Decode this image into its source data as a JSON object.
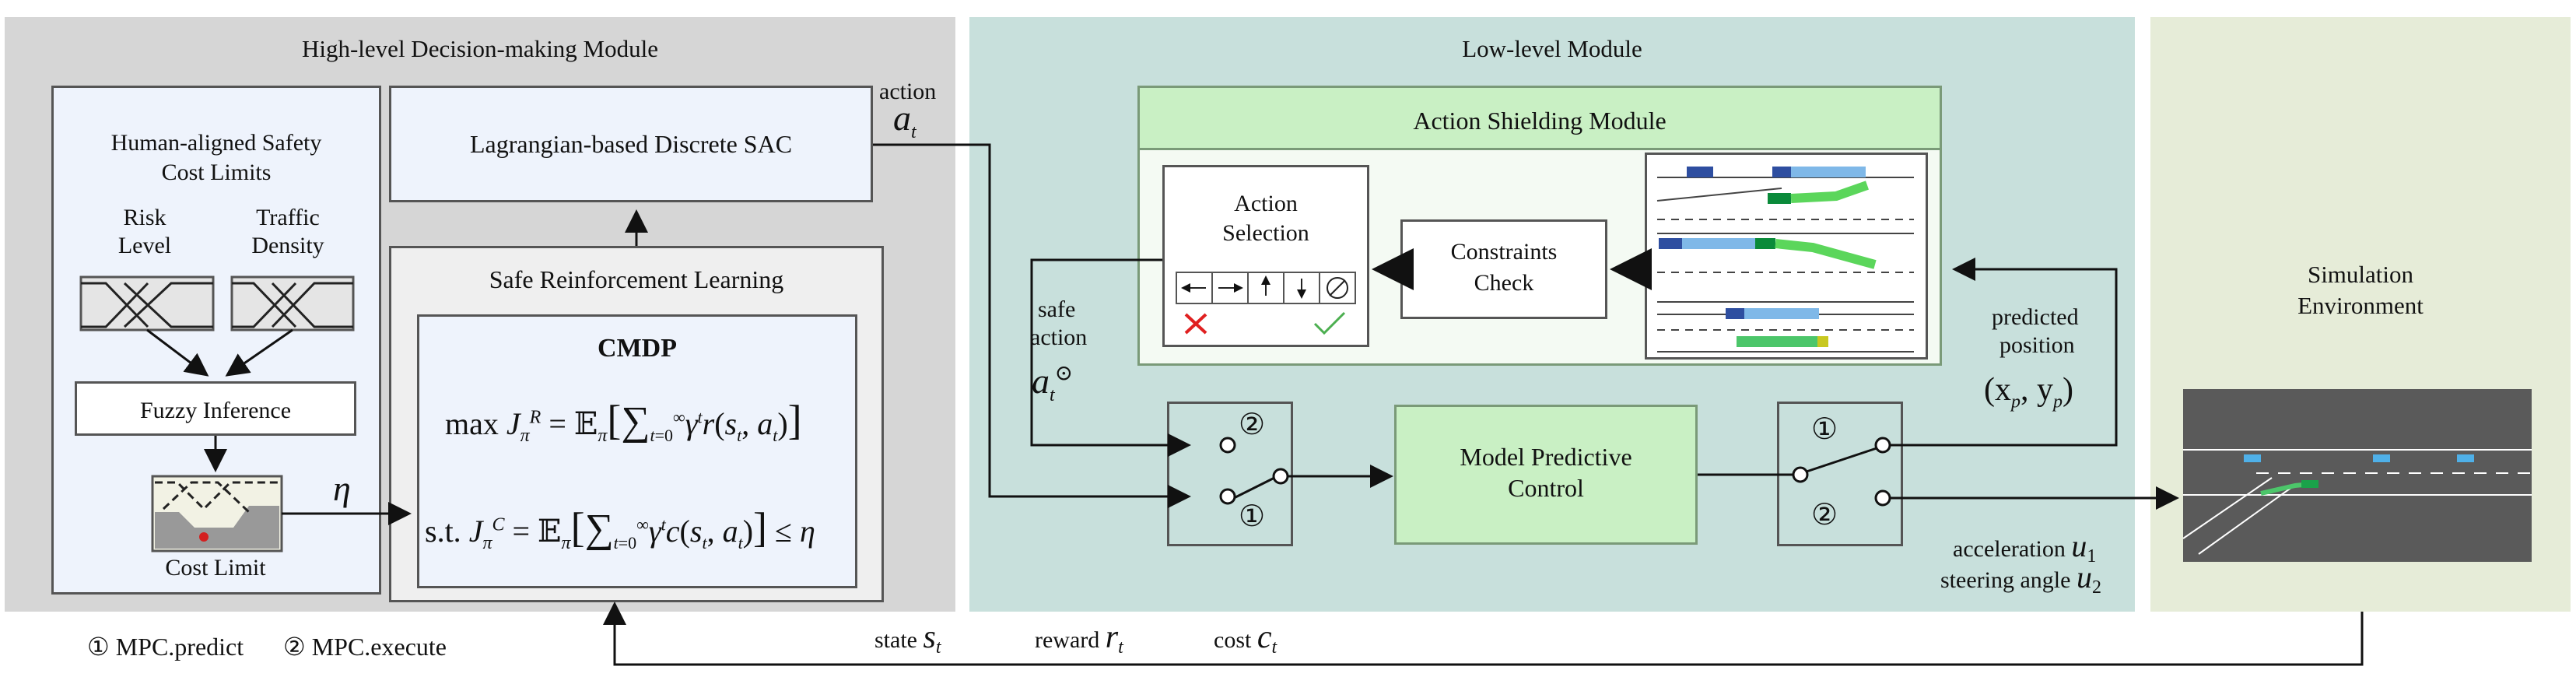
{
  "high_module": {
    "title": "High-level Decision-making Module",
    "cost_limits_title_1": "Human-aligned Safety",
    "cost_limits_title_2": "Cost Limits",
    "risk_label_1": "Risk",
    "risk_label_2": "Level",
    "traffic_label_1": "Traffic",
    "traffic_label_2": "Density",
    "fuzzy_inference": "Fuzzy Inference",
    "cost_limit": "Cost Limit",
    "eta": "η",
    "sac": "Lagrangian-based Discrete SAC",
    "safe_rl": "Safe Reinforcement Learning",
    "cmdp": "CMDP",
    "eq1_prefix": "max ",
    "eq1": "J",
    "eq2_prefix": "s.t. ",
    "eq2": "J"
  },
  "low_module": {
    "title": "Low-level Module",
    "shield_title": "Action Shielding Module",
    "action_selection_1": "Action",
    "action_selection_2": "Selection",
    "constraints_1": "Constraints",
    "constraints_2": "Check",
    "mpc_1": "Model Predictive",
    "mpc_2": "Control",
    "switch_1": "①",
    "switch_2": "②"
  },
  "signals": {
    "action": "action",
    "action_sym": "a",
    "action_sub": "t",
    "safe_action_1": "safe",
    "safe_action_2": "action",
    "predicted_1": "predicted",
    "predicted_2": "position",
    "position_sym": "(x",
    "position_sym_mid": ", y",
    "position_sym_end": ")",
    "acceleration": "acceleration",
    "steering": "steering angle",
    "u1": "u",
    "u2": "u",
    "state": "state",
    "reward": "reward",
    "cost": "cost"
  },
  "legend": {
    "predict": "① MPC.predict",
    "execute": "② MPC.execute"
  },
  "simulation": {
    "title_1": "Simulation",
    "title_2": "Environment"
  },
  "colors": {
    "high_panel": "#d6d6d6",
    "low_panel": "#c8e0dc",
    "sim_panel": "#e6ecd8",
    "green_box": "#c9f0c4",
    "blue_box": "#eef3fc"
  }
}
